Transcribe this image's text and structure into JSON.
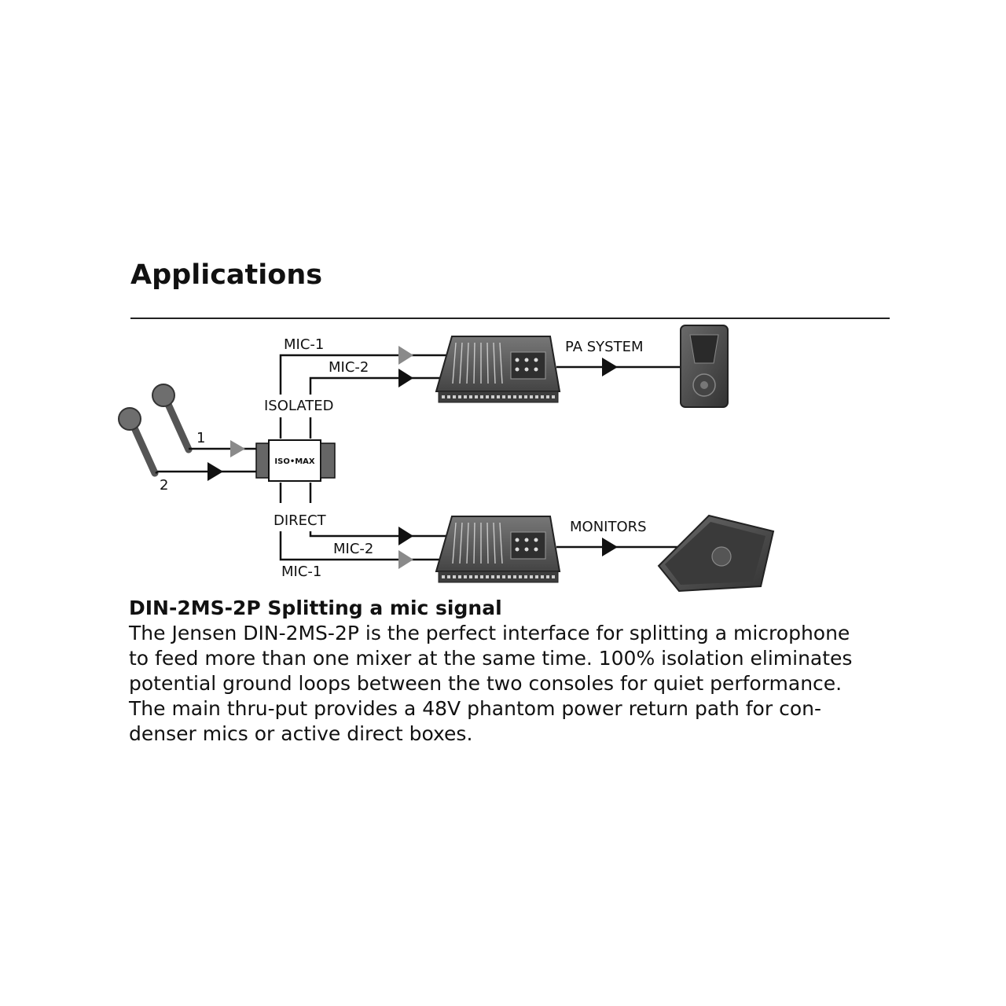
{
  "heading": "Applications",
  "diagram": {
    "labels": {
      "mic1_top": "MIC-1",
      "mic2_top": "MIC-2",
      "isolated": "ISOLATED",
      "pa_system": "PA SYSTEM",
      "input_1": "1",
      "input_2": "2",
      "isomax": "ISO•MAX",
      "direct": "DIRECT",
      "mic2_bottom": "MIC-2",
      "mic1_bottom": "MIC-1",
      "monitors": "MONITORS"
    },
    "colors": {
      "line": "#111111",
      "arrow_dark": "#111111",
      "arrow_grey": "#8a8a8a",
      "equipment": "#555555",
      "transformer_body": "#ffffff",
      "transformer_side": "#666666"
    }
  },
  "caption": {
    "title": "DIN-2MS-2P Splitting a mic signal",
    "lines": [
      "The Jensen DIN-2MS-2P is the perfect interface for splitting a microphone",
      "to feed more than one mixer at the same time. 100% isolation eliminates",
      "potential ground loops between the two consoles for quiet performance.",
      "The main thru-put provides a 48V phantom power return path for con-",
      "denser mics or active direct boxes."
    ]
  }
}
